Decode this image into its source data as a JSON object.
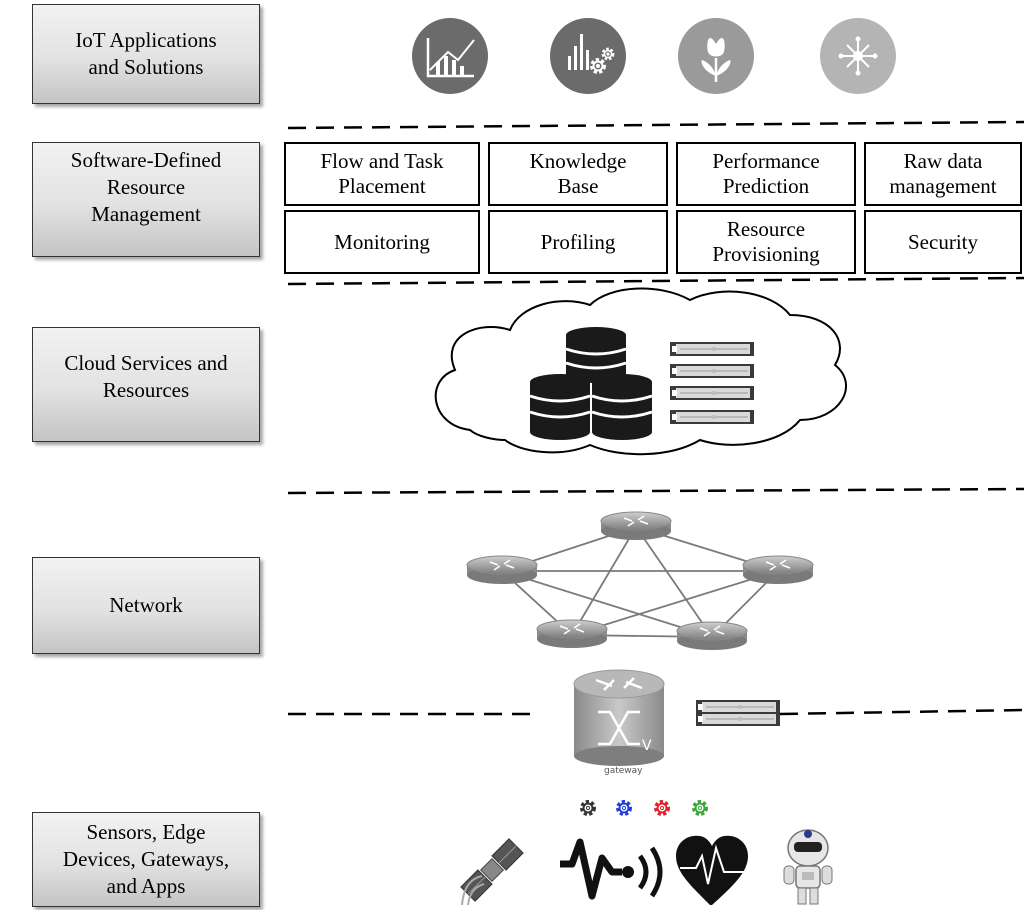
{
  "layers": {
    "iot": "IoT Applications\nand Solutions",
    "sdrm": "Software-Defined\nResource\nManagement",
    "cloud": "Cloud Services and\nResources",
    "network": "Network",
    "sensors": "Sensors, Edge\nDevices, Gateways,\nand Apps"
  },
  "modules": {
    "flow_task": "Flow and Task\nPlacement",
    "knowledge": "Knowledge\nBase",
    "performance": "Performance\nPrediction",
    "raw_data": "Raw data\nmanagement",
    "monitoring": "Monitoring",
    "profiling": "Profiling",
    "provisioning": "Resource\nProvisioning",
    "security": "Security"
  },
  "gateway_label": "gateway",
  "icons": {
    "apps": [
      "analytics-chart-icon",
      "data-gears-icon",
      "agriculture-tulip-icon",
      "network-hub-icon"
    ],
    "cloud": [
      "database-cluster-icon",
      "server-rack-icon"
    ],
    "network": [
      "router-mesh-icon",
      "gateway-router-icon"
    ],
    "devices": [
      "satellite-icon",
      "signal-wave-icon",
      "heart-rate-icon",
      "robot-icon",
      "colored-gears-icon"
    ]
  },
  "colors": {
    "layer_gradient_top": "#f2f2f2",
    "layer_gradient_bottom": "#c4c4c4",
    "icon_dark": "#6b6b6b",
    "icon_light": "#9a9a9a",
    "gear_blue": "#1f3fd6",
    "gear_red": "#e0202a",
    "gear_green": "#38a838"
  }
}
